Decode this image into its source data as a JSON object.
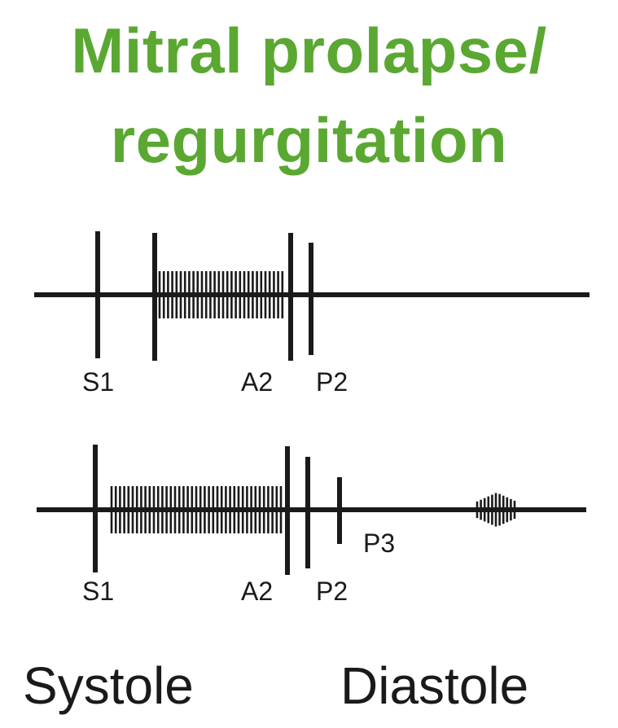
{
  "title": {
    "line1": "Mitral prolapse/",
    "line2": "regurgitation",
    "color": "#5aa832"
  },
  "stroke_color": "#1a1a1a",
  "panels": [
    {
      "name": "top",
      "labels": [
        "S1",
        "A2",
        "P2"
      ]
    },
    {
      "name": "bottom",
      "labels": [
        "S1",
        "A2",
        "P2",
        "P3"
      ]
    }
  ],
  "phases": {
    "systole": "Systole",
    "diastole": "Diastole"
  }
}
